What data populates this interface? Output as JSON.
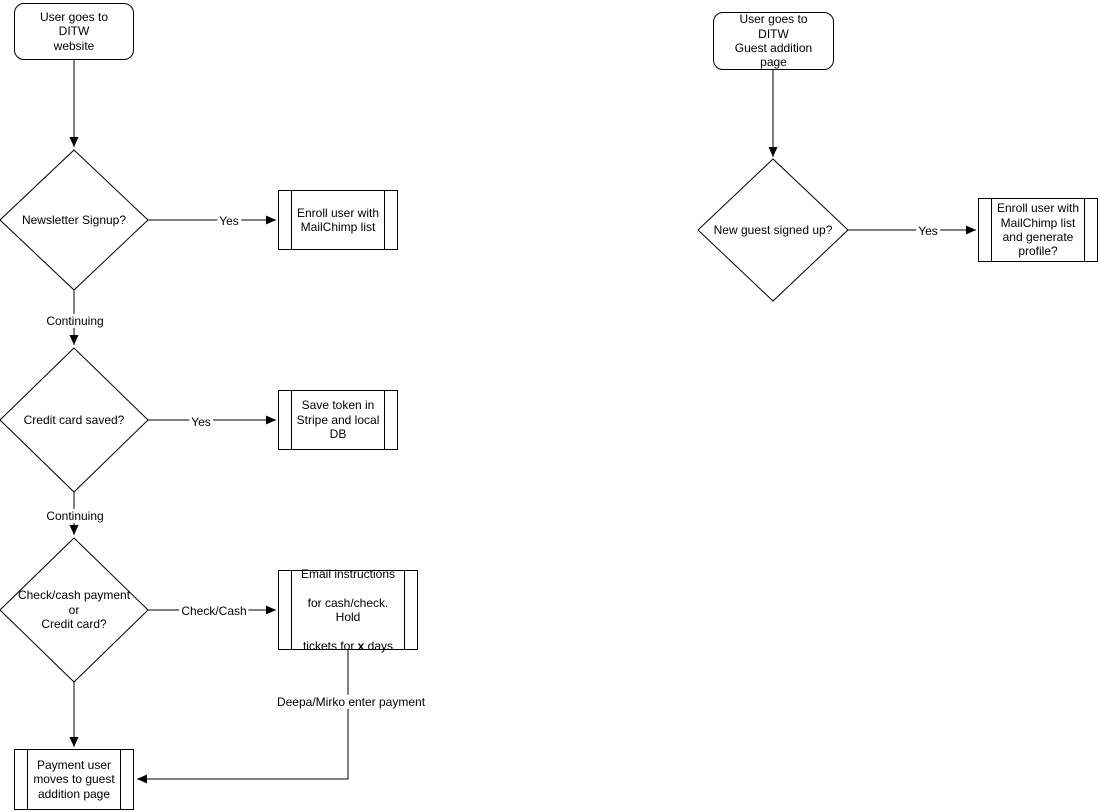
{
  "diagram": {
    "colors": {
      "stroke": "#000000",
      "text": "#000000",
      "background": "#ffffff"
    },
    "left_flow": {
      "start": {
        "label": [
          "User goes to DITW",
          "website"
        ]
      },
      "decision_newsletter": {
        "label": [
          "Newsletter Signup?"
        ]
      },
      "process_enroll": {
        "label": [
          "Enroll user with",
          "MailChimp list"
        ]
      },
      "decision_credit_card": {
        "label": [
          "Credit card saved?"
        ]
      },
      "process_save_token": {
        "label": [
          "Save token in",
          "Stripe and local",
          "DB"
        ]
      },
      "decision_payment_type": {
        "label": [
          "Check/cash payment",
          "or",
          "Credit card?"
        ]
      },
      "process_email_instructions": {
        "line1": "Email instructions",
        "line2": "for cash/check. Hold",
        "line3_pre": "tickets for ",
        "line3_bold": "x",
        "line3_post": " days"
      },
      "process_payment_user": {
        "label": [
          "Payment user",
          "moves to guest",
          "addition page"
        ]
      }
    },
    "right_flow": {
      "start": {
        "label": [
          "User goes to DITW",
          "Guest addition page"
        ]
      },
      "decision_new_guest": {
        "label": [
          "New guest signed up?"
        ]
      },
      "process_enroll_profile": {
        "label": [
          "Enroll user with",
          "MailChimp list",
          "and generate",
          "profile?"
        ]
      }
    },
    "edge_labels": {
      "yes_newsletter": "Yes",
      "continuing_1": "Continuing",
      "yes_credit_card": "Yes",
      "continuing_2": "Continuing",
      "check_cash": "Check/Cash",
      "deepa_mirko": "Deepa/Mirko enter payment",
      "yes_new_guest": "Yes"
    }
  }
}
